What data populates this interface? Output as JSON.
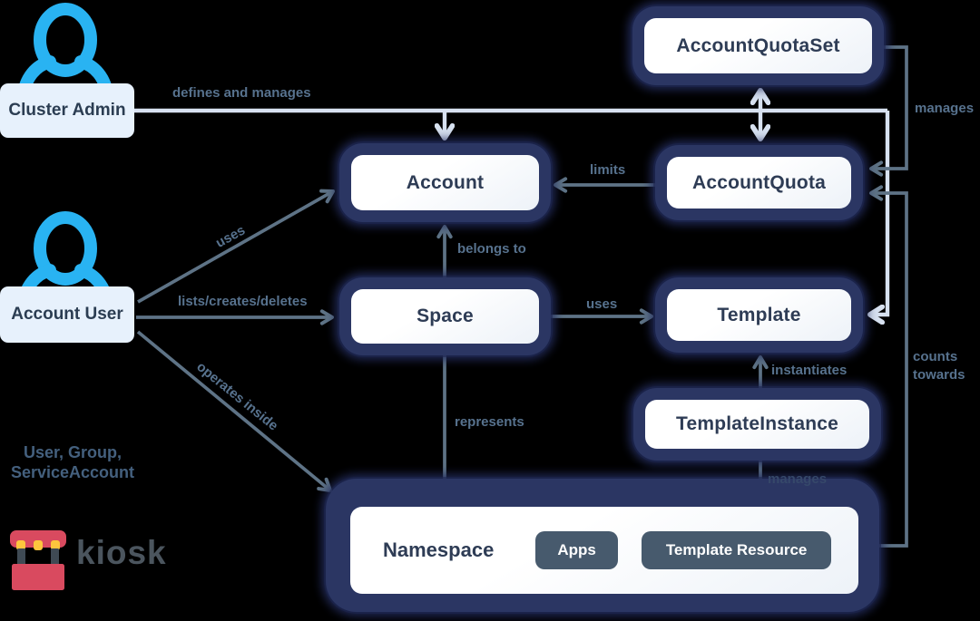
{
  "nodes": {
    "account_quota_set": {
      "label": "AccountQuotaSet"
    },
    "account": {
      "label": "Account"
    },
    "account_quota": {
      "label": "AccountQuota"
    },
    "space": {
      "label": "Space"
    },
    "template": {
      "label": "Template"
    },
    "template_instance": {
      "label": "TemplateInstance"
    },
    "namespace": {
      "label": "Namespace"
    },
    "apps_badge": {
      "label": "Apps"
    },
    "template_resource_badge": {
      "label": "Template Resource"
    }
  },
  "actors": {
    "cluster_admin": {
      "label": "Cluster Admin"
    },
    "account_user": {
      "label": "Account User",
      "sublabel": "User, Group, ServiceAccount"
    }
  },
  "edges": {
    "defines_and_manages": "defines and manages",
    "manages_quota": "manages",
    "limits": "limits",
    "belongs_to": "belongs to",
    "uses_user_account": "uses",
    "lists_creates_deletes": "lists/creates/deletes",
    "uses_space_template": "uses",
    "instantiates": "instantiates",
    "represents": "represents",
    "operates_inside": "operates inside",
    "counts_towards": "counts towards",
    "manages_resource": "manages"
  },
  "logo": {
    "text": "kiosk"
  },
  "colors": {
    "background": "#000000",
    "node_border": "#2b3663",
    "node_fill": "#ffffff",
    "node_text": "#2e3c55",
    "edge_dark": "#5e7386",
    "edge_light": "#d7e1f0",
    "edge_label": "#57728e",
    "actor_icon": "#29b3f2",
    "actor_box": "#e7f1fc",
    "badge_fill": "#475a6d",
    "badge_text": "#ffffff",
    "logo_red": "#d94a5f",
    "logo_yellow": "#fdc63d",
    "logo_post": "#3f4a54",
    "logo_text": "#4b555e"
  }
}
